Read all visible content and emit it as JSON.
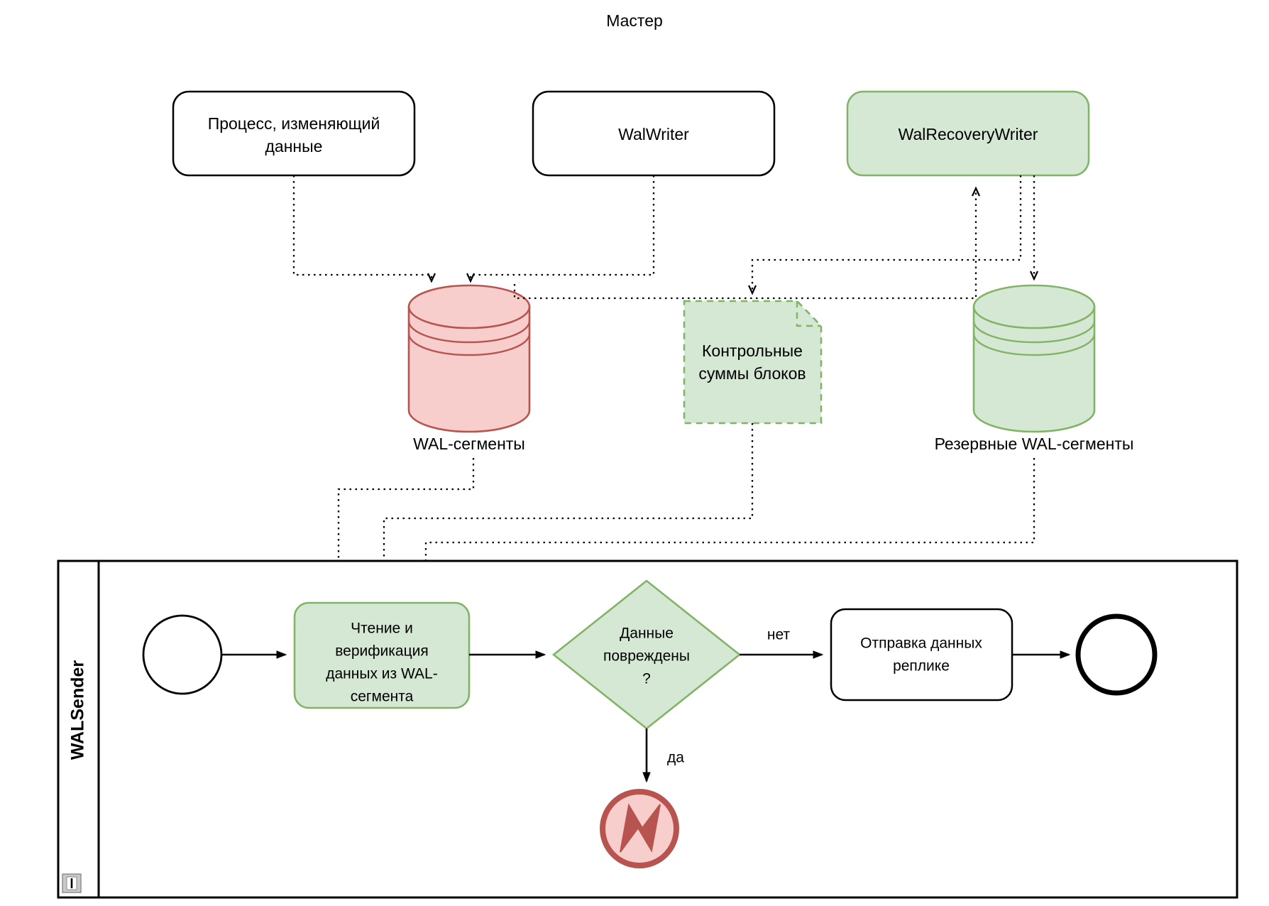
{
  "diagram": {
    "title": "Мастер",
    "type": "bpmn-flowchart",
    "colors": {
      "green_fill": "#d5e8d4",
      "green_stroke": "#82b366",
      "pink_fill": "#f8cecc",
      "pink_stroke": "#b85450",
      "black": "#000000",
      "white": "#ffffff",
      "handle_fill": "#e8e8e8"
    }
  },
  "top": {
    "pool_title": "Мастер",
    "boxes": [
      {
        "id": "proc",
        "label_line1": "Процесс, изменяющий",
        "label_line2": "данные",
        "style": "white"
      },
      {
        "id": "walwriter",
        "label_line1": "WalWriter",
        "label_line2": "",
        "style": "white"
      },
      {
        "id": "walrecovery",
        "label_line1": "WalRecoveryWriter",
        "label_line2": "",
        "style": "green"
      }
    ]
  },
  "stores": [
    {
      "id": "wal-segments",
      "shape": "cylinder",
      "style": "pink",
      "caption": "WAL-сегменты"
    },
    {
      "id": "block-checksums",
      "shape": "note",
      "style": "green-dashed",
      "label_line1": "Контрольные",
      "label_line2": "суммы блоков"
    },
    {
      "id": "backup-wal-segments",
      "shape": "cylinder",
      "style": "green",
      "caption": "Резервные WAL-сегменты"
    }
  ],
  "lane": {
    "title": "WALSender",
    "collapse_icon": "collapse-handle-icon"
  },
  "flow": {
    "start_event": {
      "id": "start",
      "label": ""
    },
    "task_read": {
      "id": "task-read-verify",
      "lines": [
        "Чтение и",
        "верификация",
        "данных из WAL-",
        "сегмента"
      ],
      "style": "green"
    },
    "gateway": {
      "id": "gw-data-corrupted",
      "lines": [
        "Данные",
        "повреждены",
        "?"
      ],
      "style": "green"
    },
    "task_send": {
      "id": "task-send-replica",
      "lines": [
        "Отправка данных",
        "реплике"
      ],
      "style": "white"
    },
    "end_event": {
      "id": "end",
      "label": ""
    },
    "error_event": {
      "id": "error-end",
      "label": "",
      "icon": "error-bolt-icon",
      "style": "pink"
    },
    "edge_labels": {
      "no": "нет",
      "yes": "да"
    }
  }
}
